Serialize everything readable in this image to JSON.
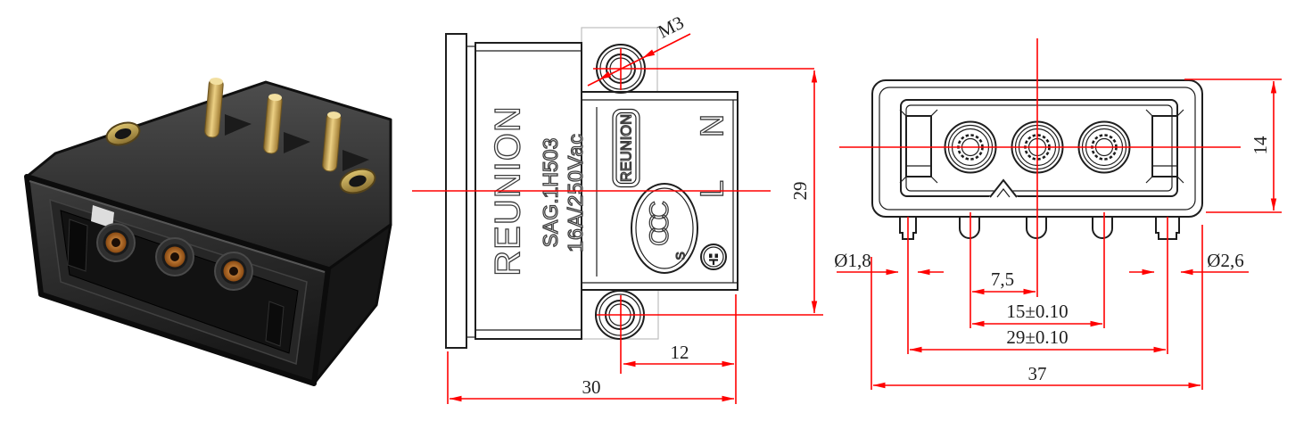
{
  "photo": {
    "body_color": "#2b2b2b",
    "pin_color": "#caa24c",
    "contact_color": "#c1772e",
    "screw_insert_color": "#b89b4a"
  },
  "side_view": {
    "brand": "REUNION",
    "model": "SAG.1H503",
    "rating": "16A/250Vac",
    "badge": "REUNION",
    "terminal_neutral": "N",
    "terminal_live": "L",
    "logo_ccc": "CCC",
    "logo_ccc_s": "S",
    "dim_thread": "M3",
    "dim_height": "29",
    "dim_hole_offset": "12",
    "dim_width": "30"
  },
  "front_view": {
    "dim_height": "14",
    "dim_dia_small": "Ø1,8",
    "dim_dia_large": "Ø2,6",
    "dim_pitch_half": "7,5",
    "dim_pitch_inner": "15±0.10",
    "dim_pitch_outer": "29±0.10",
    "dim_width": "37"
  },
  "colors": {
    "dimension": "#ff0000",
    "outline": "#1e1e1e",
    "hidden": "#bdbdbd",
    "background": "#ffffff"
  }
}
